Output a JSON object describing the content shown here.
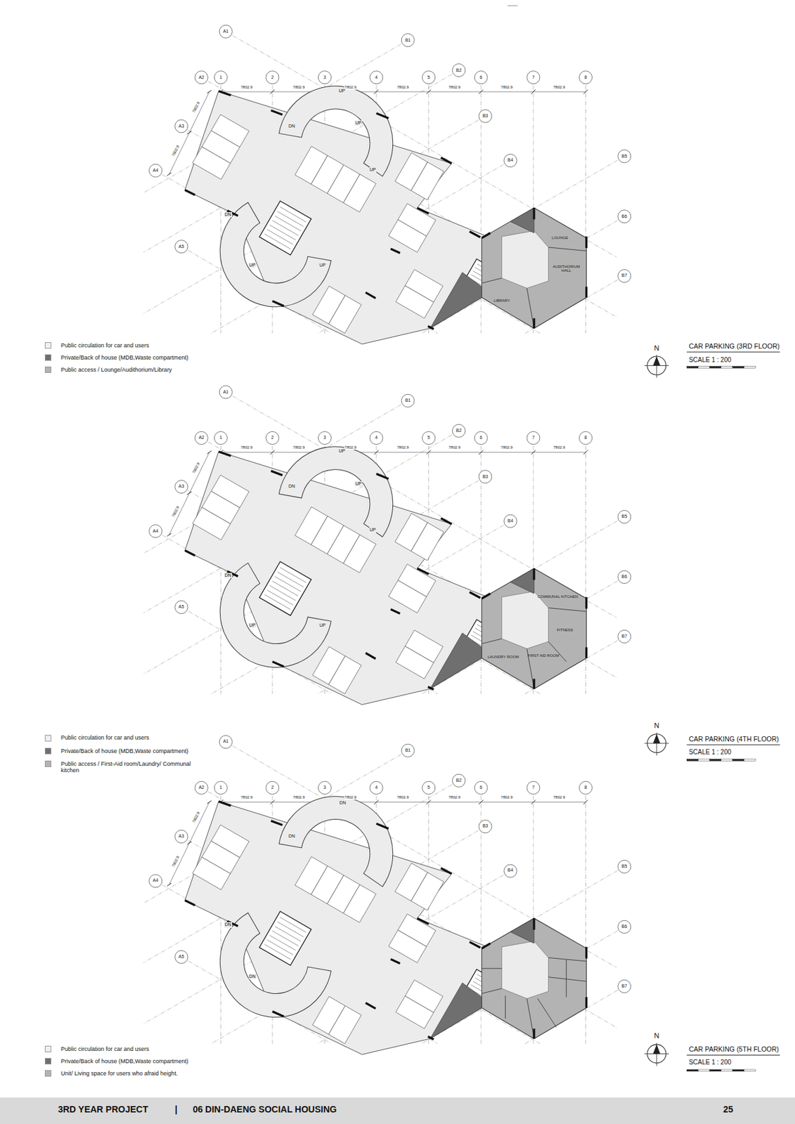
{
  "diagram": {
    "nodes": [
      {
        "text": [
          "LOUNGE"
        ]
      },
      {
        "text": [
          "AUDITHORIUM HALL"
        ]
      },
      {
        "text": [
          "LIBRARY"
        ]
      },
      {
        "text": [
          "COMMUNAL KITCHEN"
        ]
      },
      {
        "text": [
          "FITNESS"
        ]
      },
      {
        "text": [
          "LAUNDRY ROOM"
        ]
      },
      {
        "text": [
          "FIRST AID ROOM"
        ]
      }
    ],
    "labels": [
      "A1",
      "B1",
      "A2",
      "1",
      "2",
      "3",
      "4",
      "5",
      "B2",
      "6",
      "7",
      "8",
      "B3",
      "B4",
      "B5",
      "B6",
      "B7",
      "A3",
      "A4",
      "A5",
      "7802.9",
      "7802.9",
      "7802.9",
      "7802.9",
      "7802.9",
      "7802.9",
      "7802.9",
      "7802.9",
      "7802.9",
      "DN",
      "UP",
      "UP",
      "UP",
      "DN",
      "UP",
      "UP",
      "N",
      "CAR PARKING (3RD FLOOR)",
      "SCALE 1 : 200",
      "A1",
      "B1",
      "A2",
      "1",
      "2",
      "3",
      "4",
      "5",
      "B2",
      "6",
      "7",
      "8",
      "B3",
      "B4",
      "B5",
      "B6",
      "B7",
      "A3",
      "A4",
      "A5",
      "7802.9",
      "7802.9",
      "7802.9",
      "7802.9",
      "7802.9",
      "7802.9",
      "7802.9",
      "7802.9",
      "7802.9",
      "DN",
      "UP",
      "UP",
      "UP",
      "DN",
      "UP",
      "UP",
      "N",
      "CAR PARKING (4TH FLOOR)",
      "SCALE 1 : 200",
      "A1",
      "B1",
      "A2",
      "1",
      "2",
      "3",
      "4",
      "5",
      "B2",
      "6",
      "7",
      "8",
      "B3",
      "B4",
      "B5",
      "B6",
      "B7",
      "A3",
      "A4",
      "A5",
      "7802.9",
      "7802.9",
      "7802.9",
      "7802.9",
      "7802.9",
      "7802.9",
      "7802.9",
      "7802.9",
      "7802.9",
      "DN",
      "DN",
      "DN",
      "DN",
      "N",
      "CAR PARKING (5TH FLOOR)",
      "SCALE 1 : 200",
      "3RD YEAR PROJECT",
      "|",
      "06 DIN-DAENG SOCIAL HOUSING",
      "25"
    ],
    "legend": [
      {
        "text": "Public circulation for car and users",
        "color": "#efefef"
      },
      {
        "text": "Private/Back of house (MDB,Waste compartment)",
        "color": "#6f6f6f"
      },
      {
        "text": "Public access / Lounge/Audithorium/Library",
        "color": "#b3b3b3"
      },
      {
        "text": "Public circulation for car and users",
        "color": "#efefef"
      },
      {
        "text": "Private/Back of house (MDB,Waste compartment)",
        "color": "#6f6f6f"
      },
      {
        "text": "Public access / First-Aid room/Laundry/ Communal kitchen",
        "color": "#b3b3b3"
      },
      {
        "text": "Public circulation for car and users",
        "color": "#efefef"
      },
      {
        "text": "Private/Back of house (MDB,Waste compartment)",
        "color": "#6f6f6f"
      },
      {
        "text": "Unit/ Living space for users who afraid height.",
        "color": "#b3b3b3"
      }
    ]
  }
}
